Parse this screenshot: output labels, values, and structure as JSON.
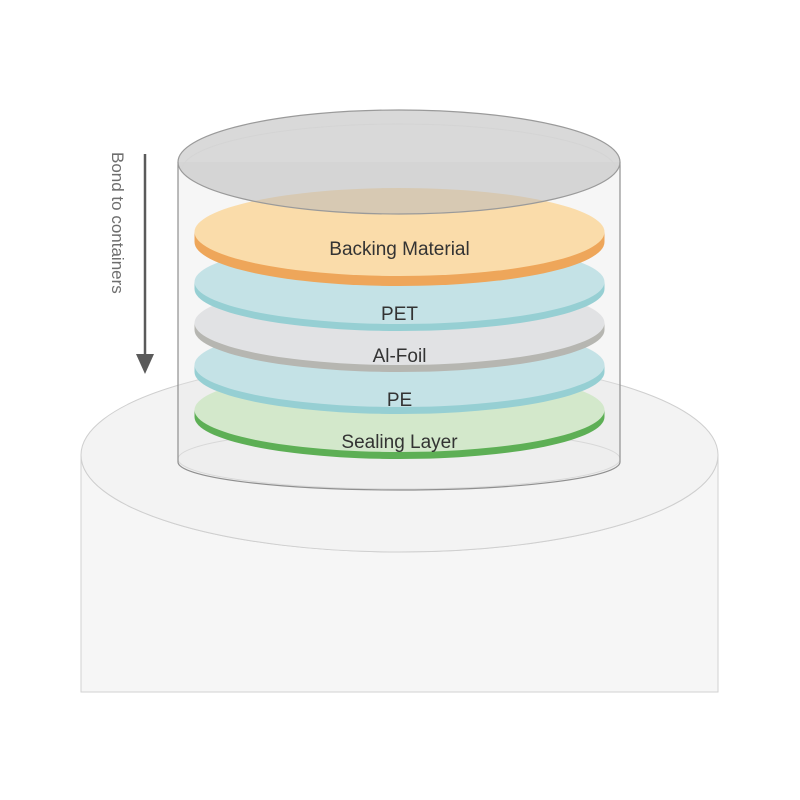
{
  "diagram": {
    "direction_label": "Bond to containers",
    "layers": [
      {
        "label": "Backing Material",
        "top_color": "#fadcaa",
        "edge_color": "#eea65a"
      },
      {
        "label": "PET",
        "top_color": "#c4e2e6",
        "edge_color": "#96cfd3"
      },
      {
        "label": "Al-Foil",
        "top_color": "#e1e2e4",
        "edge_color": "#b6b6b1"
      },
      {
        "label": "PE",
        "top_color": "#c4e2e6",
        "edge_color": "#96cfd3"
      },
      {
        "label": "Sealing Layer",
        "top_color": "#d3e8cb",
        "edge_color": "#5daf55"
      }
    ],
    "colors": {
      "container": "#f6f6f6",
      "container_stroke": "#d2d2d2",
      "cylinder_stroke": "#9a9a9a",
      "arrow": "#5a5a5a"
    }
  }
}
